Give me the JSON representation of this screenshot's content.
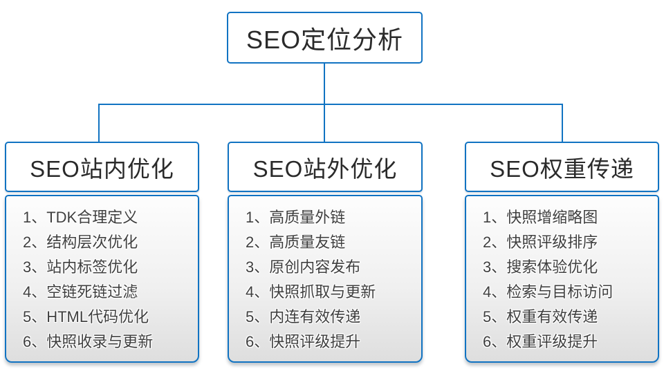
{
  "root": {
    "title": "SEO定位分析"
  },
  "columns": [
    {
      "title": "SEO站内优化",
      "items": [
        "1、TDK合理定义",
        "2、结构层次优化",
        "3、站内标签优化",
        "4、空链死链过滤",
        "5、HTML代码优化",
        "6、快照收录与更新"
      ]
    },
    {
      "title": "SEO站外优化",
      "items": [
        "1、高质量外链",
        "2、高质量友链",
        "3、原创内容发布",
        "4、快照抓取与更新",
        "5、内连有效传递",
        "6、快照评级提升"
      ]
    },
    {
      "title": "SEO权重传递",
      "items": [
        "1、快照增缩略图",
        "2、快照评级排序",
        "3、搜索体验优化",
        "4、检索与目标访问",
        "5、权重有效传递",
        "6、权重评级提升"
      ]
    }
  ],
  "colors": {
    "accent": "#1173c2",
    "title_text": "#2a2a2a",
    "item_text": "#3f3f3f",
    "list_top": "#fdfdfd",
    "list_bottom": "#dedede"
  }
}
